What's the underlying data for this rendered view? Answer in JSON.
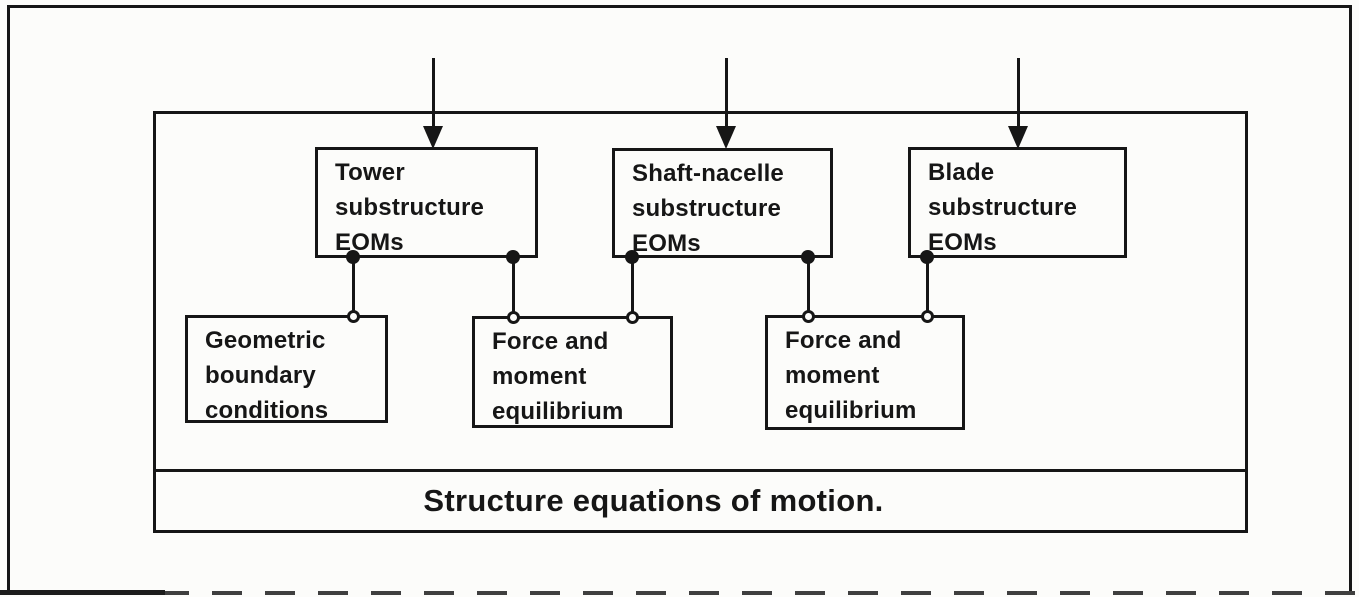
{
  "colors": {
    "ink": "#161616",
    "paper": "#fcfcfa"
  },
  "icons": {
    "input_arrow": "filled-down-triangle",
    "junction_filled": "filled-circle",
    "junction_open": "open-circle"
  },
  "figure": {
    "top_boxes": [
      {
        "label": "Tower\nsubstructure\nEOMs"
      },
      {
        "label": "Shaft-nacelle\nsubstructure\nEOMs"
      },
      {
        "label": "Blade\nsubstructure\nEOMs"
      }
    ],
    "lower_boxes": [
      {
        "label": "Geometric\nboundary\nconditions"
      },
      {
        "label": "Force and\nmoment\nequilibrium"
      },
      {
        "label": "Force and\nmoment\nequilibrium"
      }
    ],
    "caption_bar": "Structure equations of motion."
  }
}
